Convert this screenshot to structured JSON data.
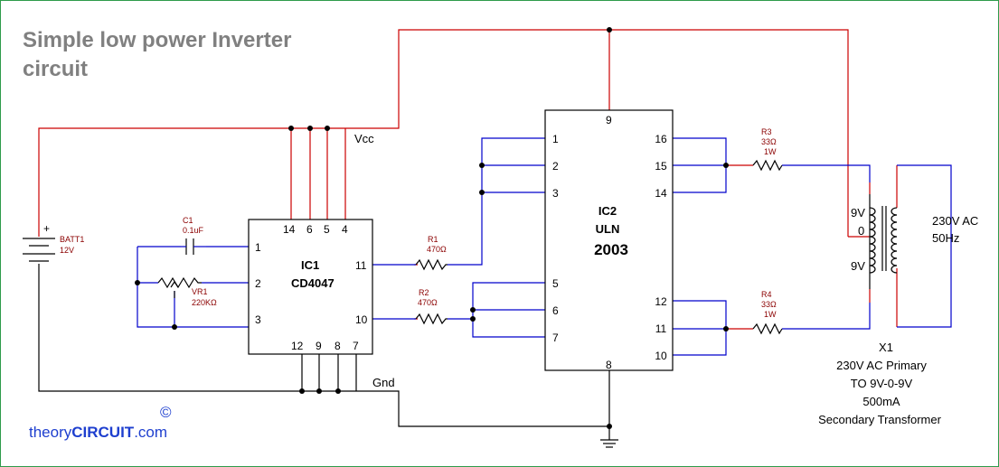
{
  "title": {
    "line1": "Simple low power Inverter",
    "line2": "circuit"
  },
  "battery": {
    "ref": "BATT1",
    "value": "12V",
    "plus": "+"
  },
  "capacitor": {
    "ref": "C1",
    "value": "0.1uF"
  },
  "pot": {
    "ref": "VR1",
    "value": "220KΩ"
  },
  "ic1": {
    "ref": "IC1",
    "part": "CD4047",
    "top_pins": [
      "14",
      "6",
      "5",
      "4"
    ],
    "left_pins": [
      "1",
      "2",
      "3"
    ],
    "right_pins": [
      "11",
      "10"
    ],
    "bottom_pins": [
      "12",
      "9",
      "8",
      "7"
    ]
  },
  "ic2": {
    "ref": "IC2",
    "part1": "ULN",
    "part2": "2003",
    "top_pin": "9",
    "bottom_pin": "8",
    "left_pins": [
      "1",
      "2",
      "3",
      "5",
      "6",
      "7"
    ],
    "right_pins": [
      "16",
      "15",
      "14",
      "12",
      "11",
      "10"
    ]
  },
  "r1": {
    "ref": "R1",
    "value": "470Ω"
  },
  "r2": {
    "ref": "R2",
    "value": "470Ω"
  },
  "r3": {
    "ref": "R3",
    "value": "33Ω",
    "power": "1W"
  },
  "r4": {
    "ref": "R4",
    "value": "33Ω",
    "power": "1W"
  },
  "nets": {
    "vcc": "Vcc",
    "gnd": "Gnd"
  },
  "transformer": {
    "tap_top": "9V",
    "tap_mid": "0",
    "tap_bot": "9V",
    "primary1": "230V AC",
    "primary2": "50Hz",
    "ref": "X1",
    "desc1": "230V AC Primary",
    "desc2": "TO 9V-0-9V",
    "desc3": "500mA",
    "desc4": "Secondary Transformer"
  },
  "brand": {
    "copyright": "©",
    "part1": "theory",
    "part2": "CIRCUIT",
    "part3": ".com"
  },
  "colors": {
    "power_wire": "#cc0000",
    "signal_wire": "#0000cc",
    "brand_blue": "#1e3fcf",
    "title_gray": "#808080"
  }
}
